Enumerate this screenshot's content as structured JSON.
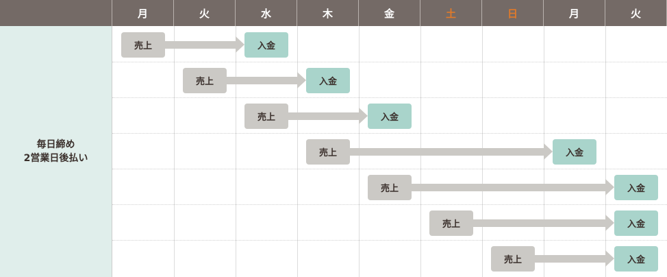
{
  "header": {
    "days": [
      {
        "label": "月",
        "weekend": false
      },
      {
        "label": "火",
        "weekend": false
      },
      {
        "label": "水",
        "weekend": false
      },
      {
        "label": "木",
        "weekend": false
      },
      {
        "label": "金",
        "weekend": false
      },
      {
        "label": "土",
        "weekend": true
      },
      {
        "label": "日",
        "weekend": true
      },
      {
        "label": "月",
        "weekend": false
      },
      {
        "label": "火",
        "weekend": false
      }
    ]
  },
  "left_label": {
    "line1": "毎日締め",
    "line2": "2営業日後払い"
  },
  "colors": {
    "header_bg": "#746a66",
    "weekend": "#e07a2a",
    "sale": "#cbc9c5",
    "payment": "#a9d4cb",
    "left_bg": "#e0eeeb"
  },
  "rows": [
    {
      "sale_label": "売上",
      "pay_label": "入金",
      "sale_day": 0,
      "pay_day": 2
    },
    {
      "sale_label": "売上",
      "pay_label": "入金",
      "sale_day": 1,
      "pay_day": 3
    },
    {
      "sale_label": "売上",
      "pay_label": "入金",
      "sale_day": 2,
      "pay_day": 4
    },
    {
      "sale_label": "売上",
      "pay_label": "入金",
      "sale_day": 3,
      "pay_day": 7
    },
    {
      "sale_label": "売上",
      "pay_label": "入金",
      "sale_day": 4,
      "pay_day": 8
    },
    {
      "sale_label": "売上",
      "pay_label": "入金",
      "sale_day": 5,
      "pay_day": 8
    },
    {
      "sale_label": "売上",
      "pay_label": "入金",
      "sale_day": 6,
      "pay_day": 8
    }
  ]
}
